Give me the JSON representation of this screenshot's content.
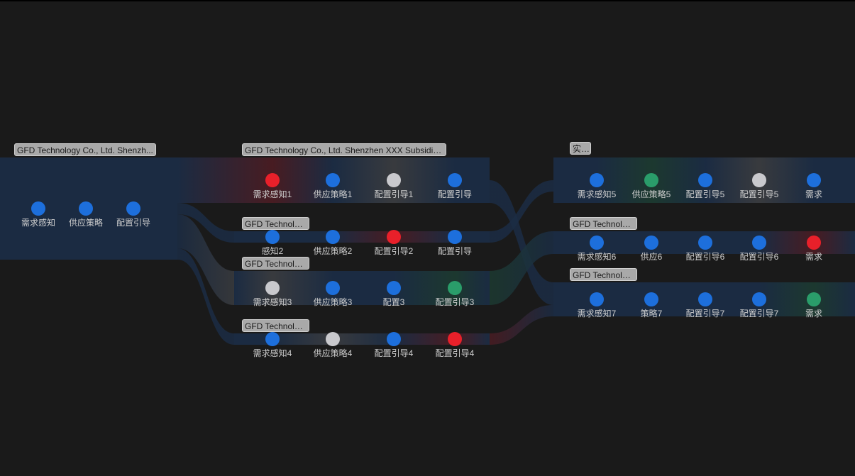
{
  "colors": {
    "background": "#1a1a1a",
    "band": "#1b2c44",
    "node_blue": "#1d6fdc",
    "node_red": "#e8202a",
    "node_gray": "#c9c9cd",
    "node_green": "#2a9d6a",
    "tag_bg": "#a9a9a9"
  },
  "groups": [
    {
      "id": "g1",
      "tag": "GFD Technology Co., Ltd. Shenzh...",
      "nodes": [
        {
          "label": "需求感知",
          "color": "blue"
        },
        {
          "label": "供应策略",
          "color": "blue"
        },
        {
          "label": "配置引导",
          "color": "blue"
        }
      ]
    },
    {
      "id": "g2",
      "tag": "GFD Technology Co., Ltd. Shenzhen XXX Subsidiary",
      "nodes": [
        {
          "label": "需求感知1",
          "color": "red"
        },
        {
          "label": "供应策略1",
          "color": "blue"
        },
        {
          "label": "配置引导1",
          "color": "gray"
        },
        {
          "label": "配置引导",
          "color": "blue"
        }
      ]
    },
    {
      "id": "g3",
      "tag": "GFD Technology",
      "nodes": [
        {
          "label": "感知2",
          "color": "blue"
        },
        {
          "label": "供应策略2",
          "color": "blue"
        },
        {
          "label": "配置引导2",
          "color": "red"
        },
        {
          "label": "配置引导",
          "color": "blue"
        }
      ]
    },
    {
      "id": "g4",
      "tag": "GFD Technology",
      "nodes": [
        {
          "label": "需求感知3",
          "color": "gray"
        },
        {
          "label": "供应策略3",
          "color": "blue"
        },
        {
          "label": "配置3",
          "color": "blue"
        },
        {
          "label": "配置引导3",
          "color": "green"
        }
      ]
    },
    {
      "id": "g5",
      "tag": "GFD Technology",
      "nodes": [
        {
          "label": "需求感知4",
          "color": "blue"
        },
        {
          "label": "供应策略4",
          "color": "gray"
        },
        {
          "label": "配置引导4",
          "color": "blue"
        },
        {
          "label": "配置引导4",
          "color": "red"
        }
      ]
    },
    {
      "id": "g6",
      "tag": "实施",
      "nodes": [
        {
          "label": "需求感知5",
          "color": "blue"
        },
        {
          "label": "供应策略5",
          "color": "green"
        },
        {
          "label": "配置引导5",
          "color": "blue"
        },
        {
          "label": "配置引导5",
          "color": "gray"
        },
        {
          "label": "需求",
          "color": "blue"
        }
      ]
    },
    {
      "id": "g7",
      "tag": "GFD Technology",
      "nodes": [
        {
          "label": "需求感知6",
          "color": "blue"
        },
        {
          "label": "供应6",
          "color": "blue"
        },
        {
          "label": "配置引导6",
          "color": "blue"
        },
        {
          "label": "配置引导6",
          "color": "blue"
        },
        {
          "label": "需求",
          "color": "red"
        }
      ]
    },
    {
      "id": "g8",
      "tag": "GFD Technology",
      "nodes": [
        {
          "label": "需求感知7",
          "color": "blue"
        },
        {
          "label": "策略7",
          "color": "blue"
        },
        {
          "label": "配置引导7",
          "color": "blue"
        },
        {
          "label": "配置引导7",
          "color": "blue"
        },
        {
          "label": "需求",
          "color": "green"
        }
      ]
    }
  ],
  "links": [
    {
      "from": "g1",
      "to": "g2"
    },
    {
      "from": "g1",
      "to": "g3"
    },
    {
      "from": "g1",
      "to": "g4"
    },
    {
      "from": "g1",
      "to": "g5"
    },
    {
      "from": "g2",
      "to": "g8"
    },
    {
      "from": "g3",
      "to": "g6"
    },
    {
      "from": "g4",
      "to": "g7"
    },
    {
      "from": "g5",
      "to": "g8"
    }
  ]
}
